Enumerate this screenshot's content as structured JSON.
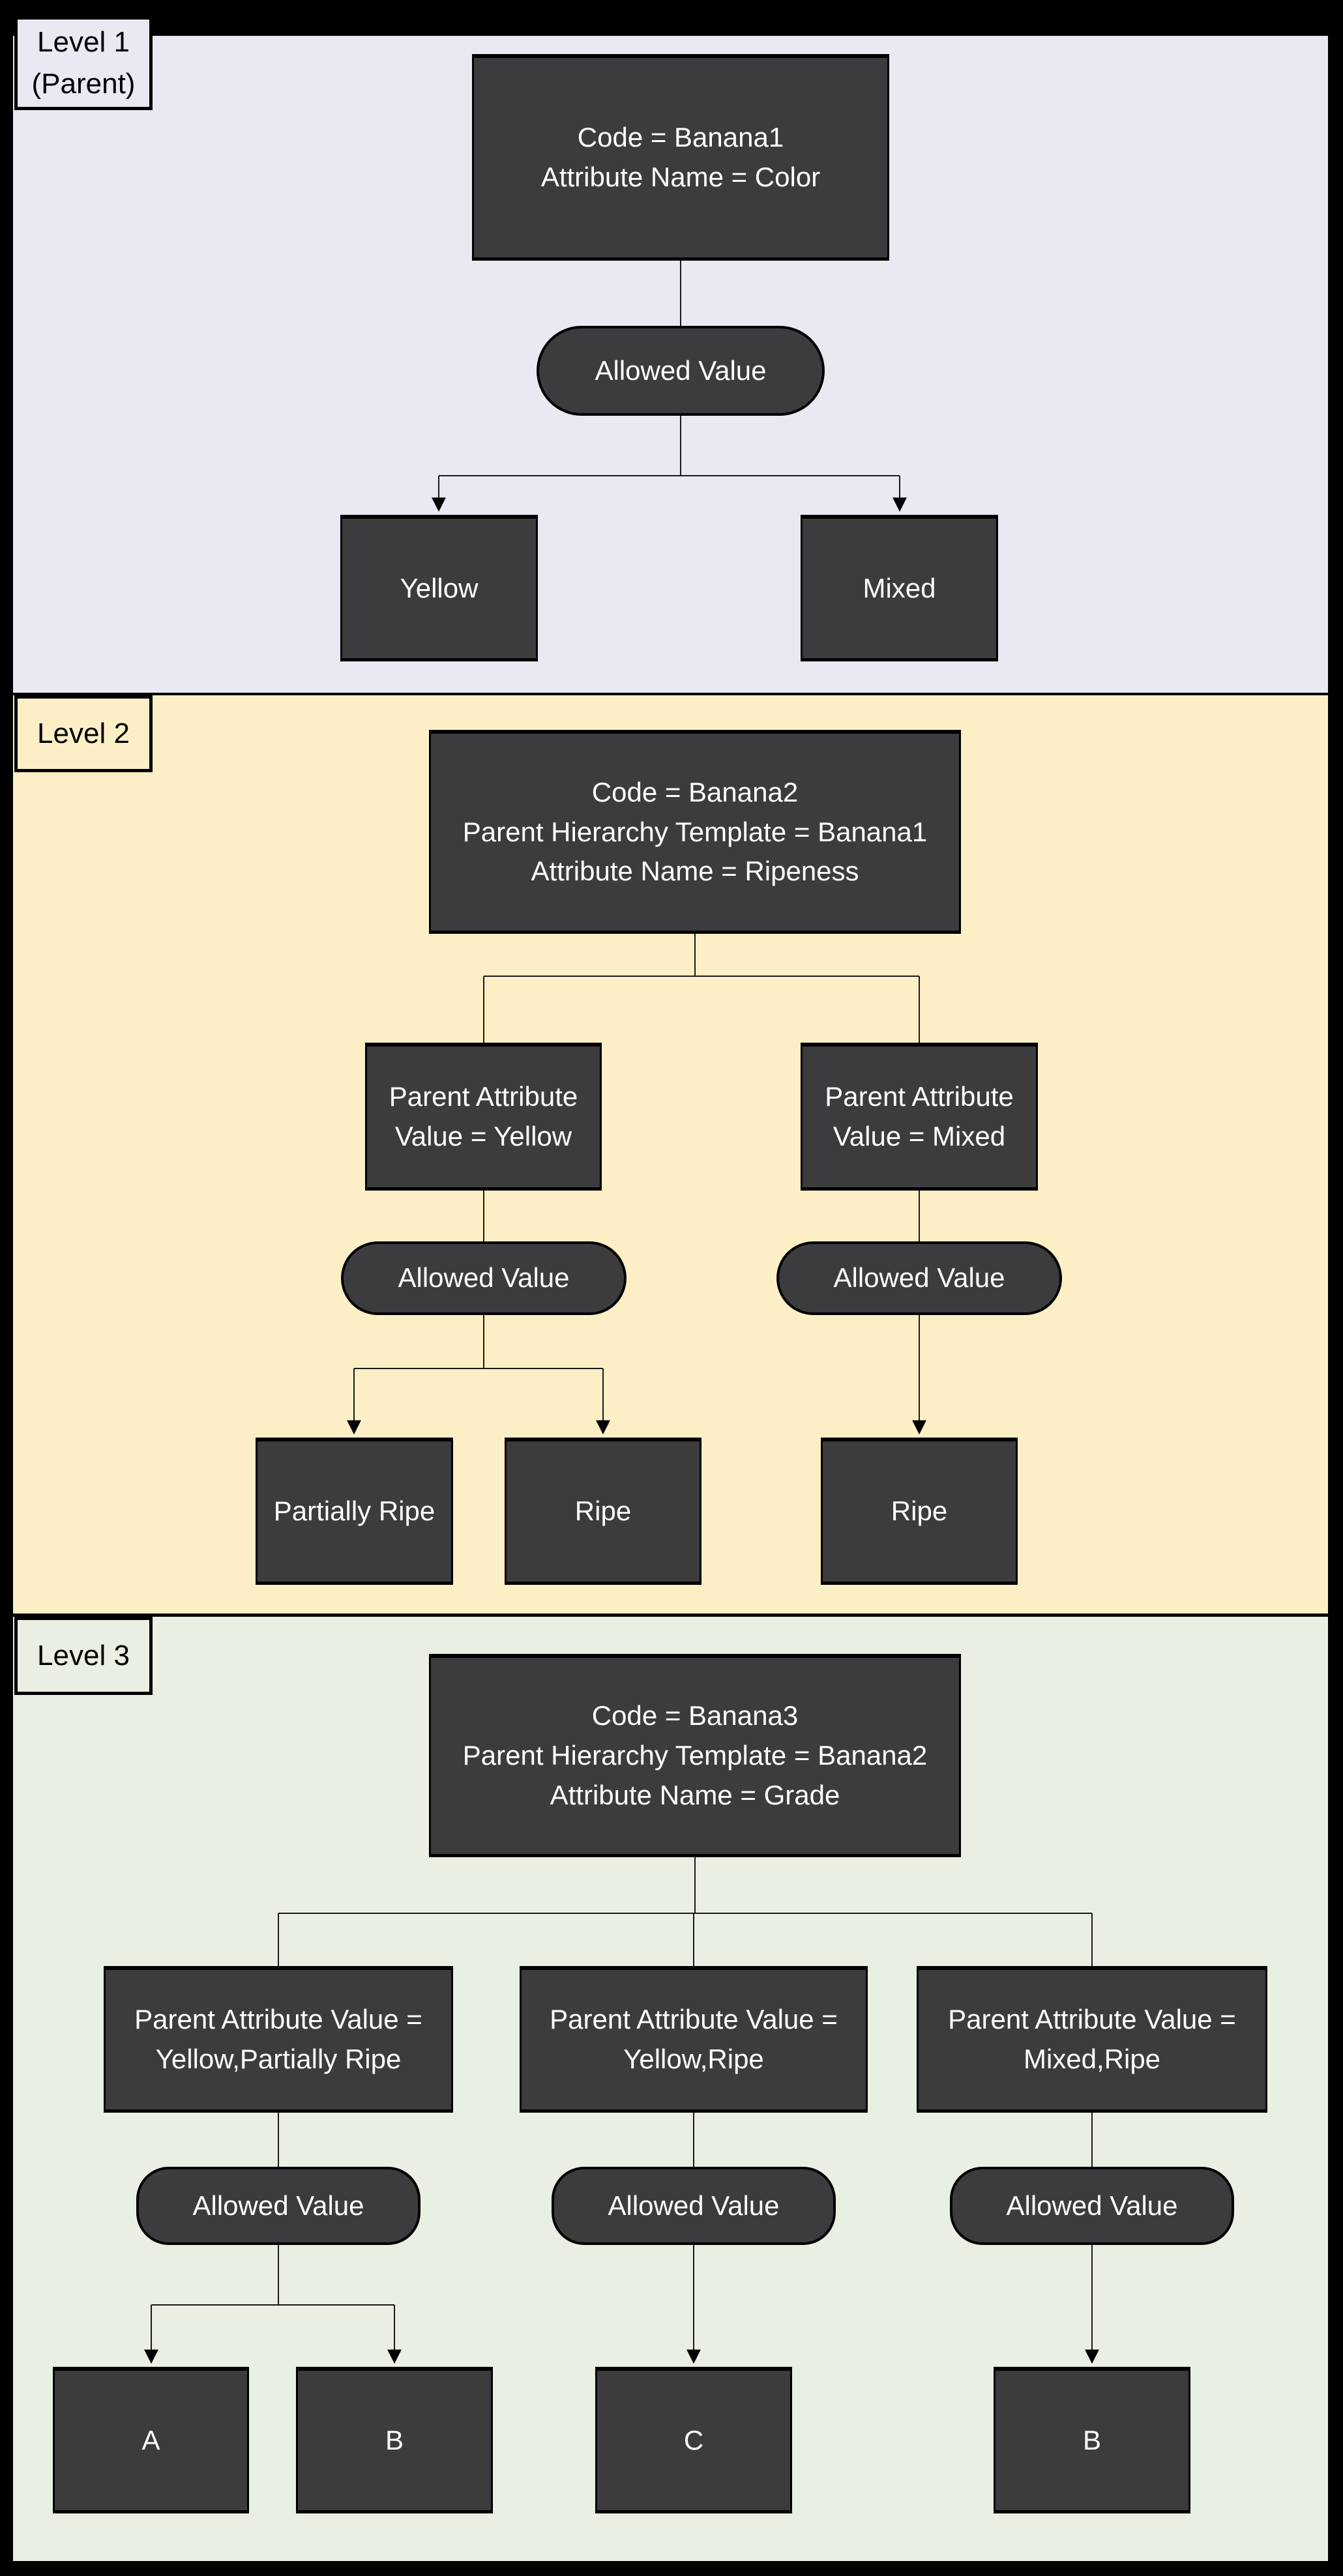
{
  "colors": {
    "frame": "#000000",
    "level1_bg": "#EAE8F3",
    "level2_bg": "#FCEFC6",
    "level3_bg": "#E9EFE2",
    "node_fill": "#3C3C3E",
    "node_text": "#FFFFFF",
    "edge": "#1A1A1A"
  },
  "levels": {
    "l1": {
      "label": "Level 1\n(Parent)"
    },
    "l2": {
      "label": "Level 2"
    },
    "l3": {
      "label": "Level 3"
    }
  },
  "pill_label": "Allowed Value",
  "nodes": {
    "banana1": "Code = Banana1\nAttribute Name = Color",
    "l1_leaf_yellow": "Yellow",
    "l1_leaf_mixed": "Mixed",
    "banana2": "Code = Banana2\nParent Hierarchy Template = Banana1\nAttribute Name = Ripeness",
    "l2_parent_yellow": "Parent Attribute\nValue = Yellow",
    "l2_parent_mixed": "Parent Attribute\nValue = Mixed",
    "l2_leaf_partially_ripe": "Partially Ripe",
    "l2_leaf_ripe_yellow": "Ripe",
    "l2_leaf_ripe_mixed": "Ripe",
    "banana3": "Code = Banana3\nParent Hierarchy Template = Banana2\nAttribute Name = Grade",
    "l3_parent_yellow_partially_ripe": "Parent Attribute Value =\nYellow,Partially Ripe",
    "l3_parent_yellow_ripe": "Parent Attribute Value =\nYellow,Ripe",
    "l3_parent_mixed_ripe": "Parent Attribute Value =\nMixed,Ripe",
    "l3_leaf_a": "A",
    "l3_leaf_b1": "B",
    "l3_leaf_c": "C",
    "l3_leaf_b2": "B"
  }
}
